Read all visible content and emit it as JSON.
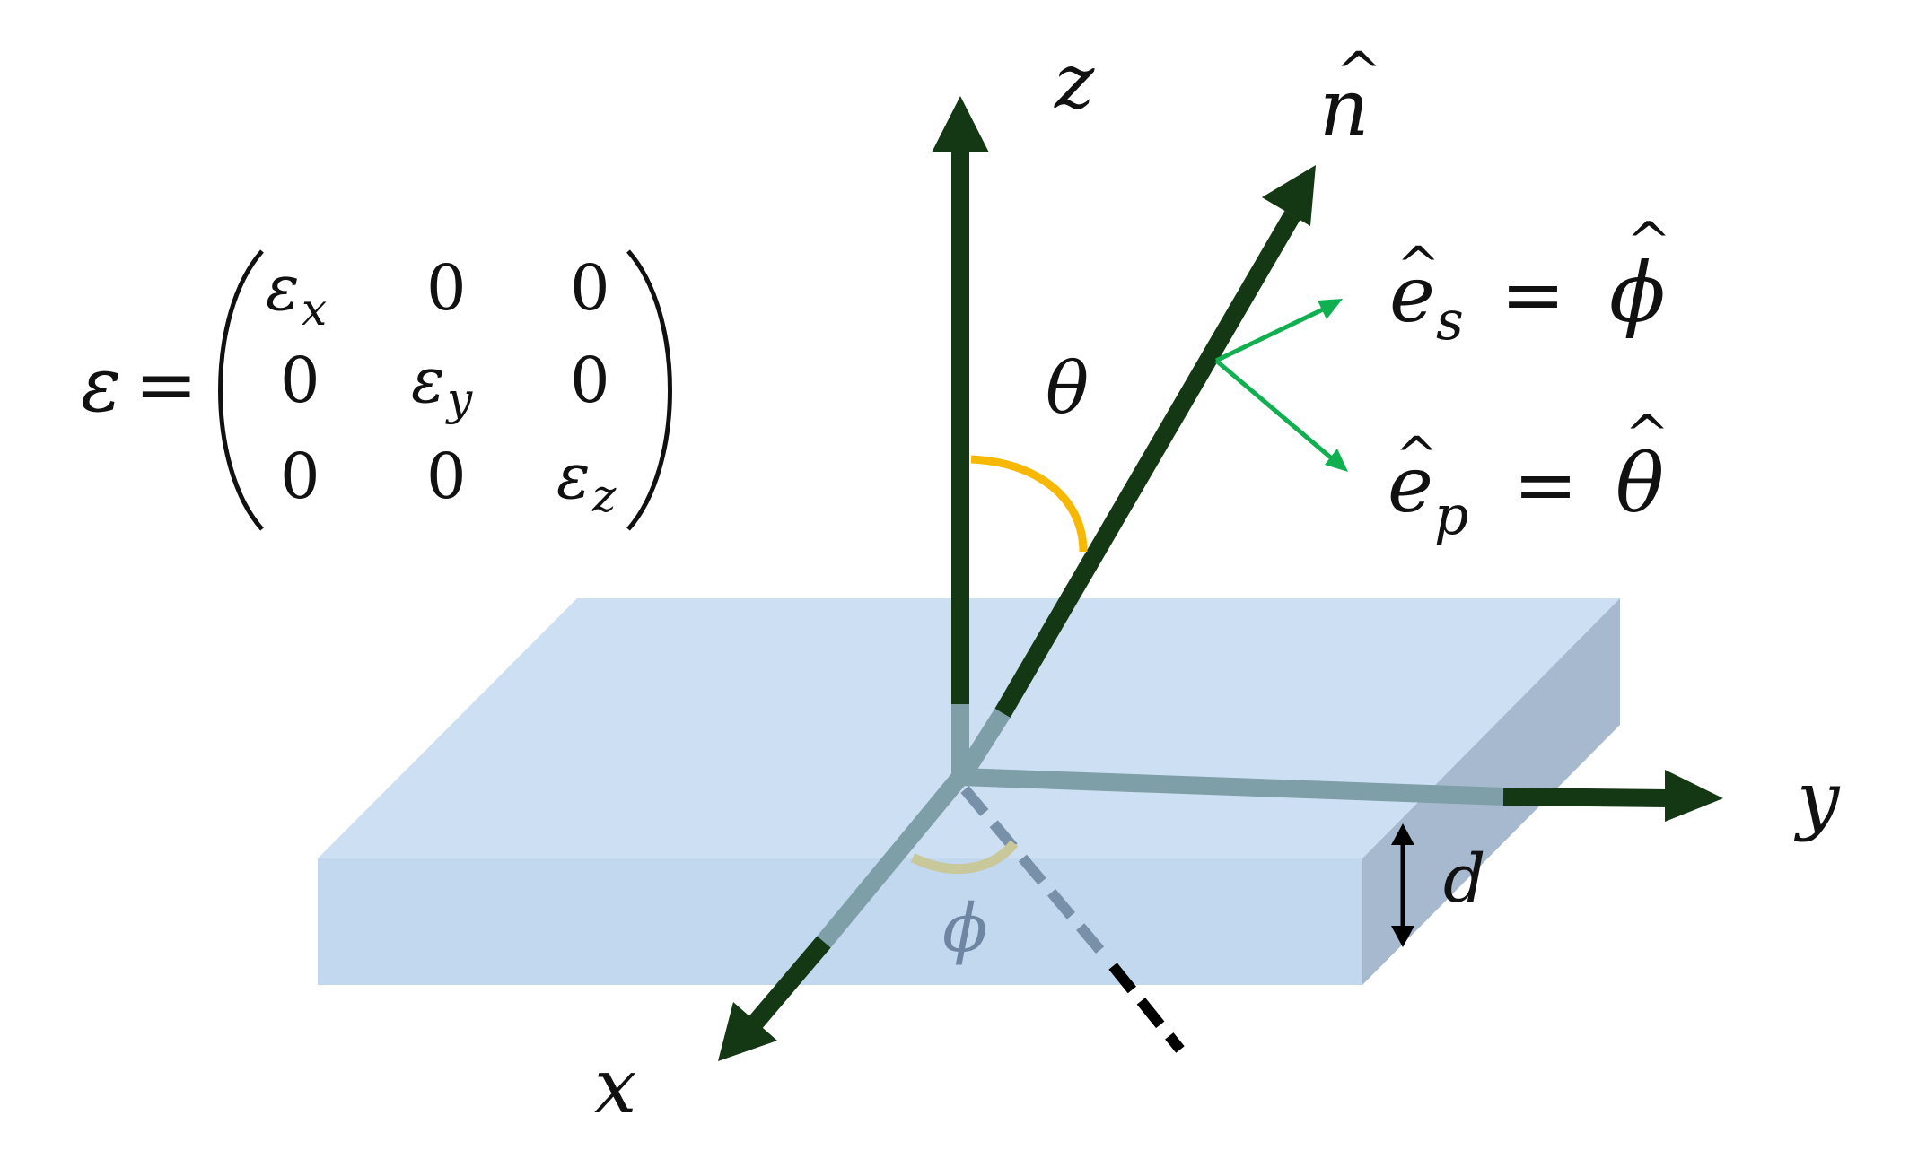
{
  "permittivity": {
    "lhs_symbol": "ε",
    "equals": "=",
    "matrix": [
      [
        "ε",
        "0",
        "0"
      ],
      [
        "0",
        "ε",
        "0"
      ],
      [
        "0",
        "0",
        "ε"
      ]
    ],
    "subscripts": [
      "x",
      "y",
      "z"
    ]
  },
  "axes": {
    "z_label": "z",
    "y_label": "y",
    "x_label": "x",
    "n_label": "n",
    "n_hat": "^"
  },
  "angles": {
    "theta_label": "θ",
    "phi_label": "ϕ"
  },
  "polarization": {
    "es_base": "e",
    "es_sub": "s",
    "es_equals": "=",
    "es_rhs": "ϕ",
    "ep_base": "e",
    "ep_sub": "p",
    "ep_equals": "=",
    "ep_rhs": "θ",
    "hat": "^"
  },
  "slab": {
    "thickness_label": "d"
  },
  "colors": {
    "axis_dark_green": "#143814",
    "polarization_green": "#10b050",
    "theta_arc_orange": "#f6b800",
    "slab_top": "#cde0f3",
    "slab_front": "#c2d8ef",
    "slab_side": "#a7b9cf",
    "phi_label_gray": "#6f86a2"
  }
}
